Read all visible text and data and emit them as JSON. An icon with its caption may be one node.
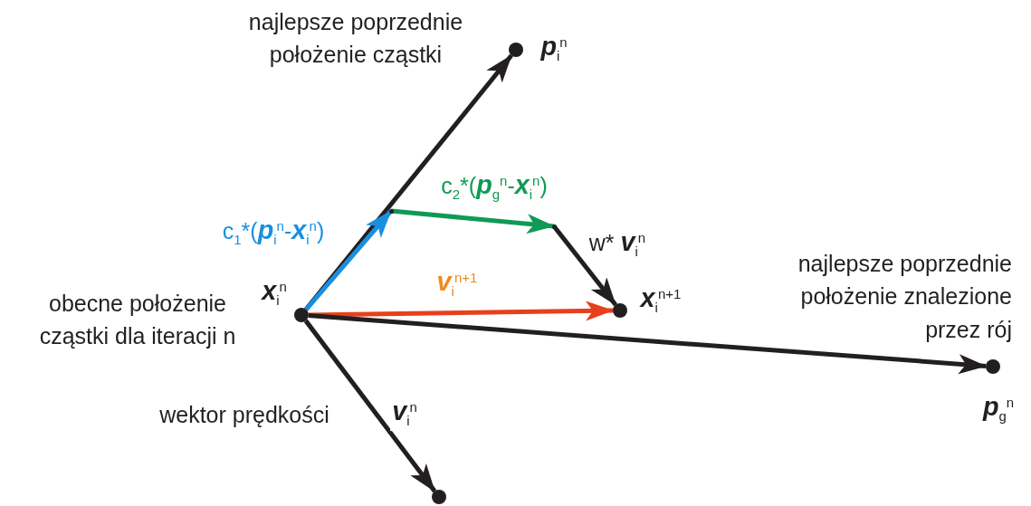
{
  "diagram": {
    "nodes": [
      {
        "text": [],
        "shape": "circle",
        "beside": [
          "**x**$_{i}$$^{n}$",
          "obecne położenie cząstki dla iteracji n"
        ]
      },
      {
        "text": [],
        "shape": "circle",
        "beside": [
          "najlepsze poprzednie położenie cząstki",
          "**p**$_{i}$$^{n}$"
        ]
      },
      {
        "text": [],
        "shape": "circle",
        "beside": [
          "**x**$_{i}$$^{n+1}$"
        ]
      },
      {
        "text": [],
        "shape": "circle",
        "beside": [
          "najlepsze poprzednie położenie znalezione przez rój",
          "**p**$_{g}$$^{n}$"
        ]
      },
      {
        "text": [],
        "shape": "circle"
      },
      {
        "text": [],
        "shape": "point"
      },
      {
        "text": [],
        "shape": "point"
      }
    ],
    "edges": [
      {
        "from": 0,
        "to": 1,
        "arrow": "to"
      },
      {
        "from": 0,
        "to": 5,
        "arrow": "to",
        "label": "c$_{1}$*(**p**$_{i}$$^{n}$-**x**$_{i}$$^{n}$)",
        "color": "#1a8fe0"
      },
      {
        "from": 5,
        "to": 6,
        "arrow": "to",
        "label": "c$_{2}$*(**p**$_{g}$$^{n}$-**x**$_{i}$$^{n}$)",
        "color": "#0e9a55"
      },
      {
        "from": 6,
        "to": 2,
        "arrow": "to",
        "label": "w* **v**$_{i}$$^{n}$"
      },
      {
        "from": 0,
        "to": 2,
        "arrow": "to",
        "label": "**v**$_{i}$$^{n+1}$",
        "color": "#e8401c"
      },
      {
        "from": 0,
        "to": 3,
        "arrow": "to"
      },
      {
        "from": 0,
        "to": 4,
        "arrow": "to",
        "label": "**v**$_{i}$$^{n}$"
      }
    ],
    "labels": [
      "wektor prędkości"
    ]
  }
}
